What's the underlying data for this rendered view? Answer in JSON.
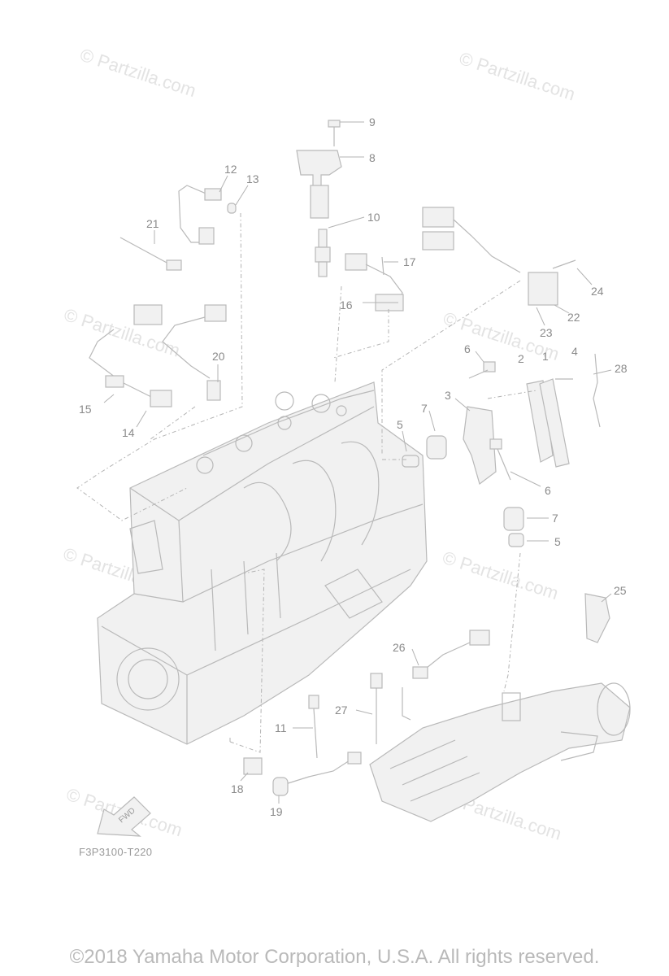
{
  "watermark": {
    "text": "© Partzilla.com"
  },
  "diagram": {
    "code": "F3P3100-T220",
    "fwd_label": "FWD",
    "callouts": [
      "1",
      "2",
      "3",
      "4",
      "5",
      "5",
      "6",
      "6",
      "7",
      "7",
      "8",
      "9",
      "10",
      "11",
      "12",
      "13",
      "14",
      "15",
      "16",
      "17",
      "18",
      "19",
      "20",
      "21",
      "22",
      "23",
      "24",
      "25",
      "26",
      "27",
      "28"
    ]
  },
  "footer": {
    "copyright": "©2018  Yamaha Motor Corporation, U.S.A. All rights reserved."
  }
}
